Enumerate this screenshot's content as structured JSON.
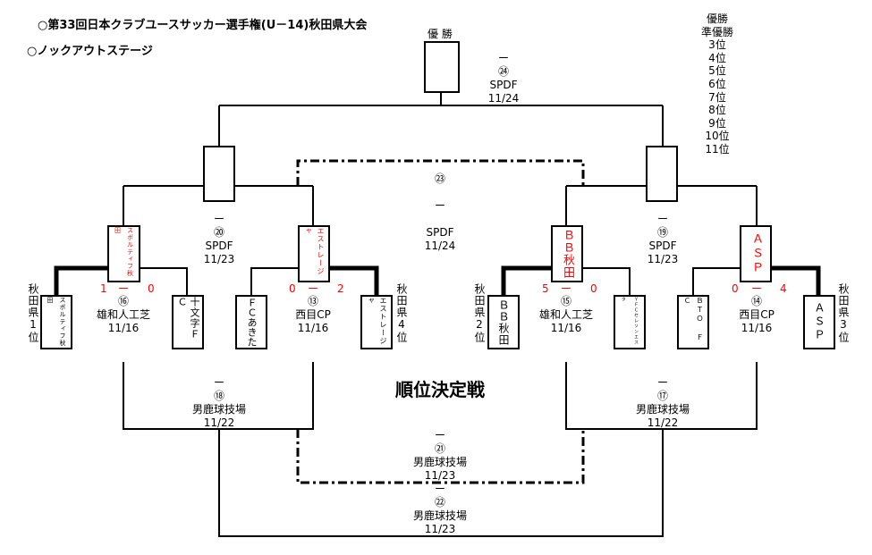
{
  "title": "○第33回日本クラブユースサッカー選手権(U－14)秋田県大会",
  "subtitle": "○ノックアウトステージ",
  "champion_label": "優 勝",
  "placement_label": "順位決定戦",
  "rankings": [
    "優勝",
    "準優勝",
    "3位",
    "4位",
    "5位",
    "6位",
    "7位",
    "8位",
    "9位",
    "10位",
    "11位"
  ],
  "seeds": {
    "s1": "秋田県1位",
    "s4": "秋田県4位",
    "s2": "秋田県2位",
    "s3": "秋田県3位"
  },
  "teams": {
    "t1": "スポルティフ秋田",
    "t2": "十文字ＦＣ",
    "t3": "ＦＣあきた",
    "t4": "エストレージャ",
    "t5": "ＢＢ秋田",
    "t6": "ＹＦＣセレソンエスタ",
    "t7": "ＢＴＯ ＦＣ",
    "t8": "ＡＳＰ",
    "w16": "スポルティフ秋田",
    "w13": "エストレージャ",
    "w15": "ＢＢ秋田",
    "w14": "ＡＳＰ"
  },
  "matches": {
    "m24": {
      "dash": "ー",
      "no": "㉔",
      "venue": "SPDF",
      "date": "11/24"
    },
    "m23": {
      "dash": "ー",
      "no": "㉓",
      "venue": "SPDF",
      "date": "11/24"
    },
    "m20": {
      "dash": "ー",
      "no": "⑳",
      "venue": "SPDF",
      "date": "11/23"
    },
    "m19": {
      "dash": "ー",
      "no": "⑲",
      "venue": "SPDF",
      "date": "11/23"
    },
    "m16": {
      "score_l": "1",
      "dash": "ー",
      "score_r": "0",
      "no": "⑯",
      "venue": "雄和人工芝",
      "date": "11/16"
    },
    "m13": {
      "score_l": "0",
      "dash": "ー",
      "score_r": "2",
      "no": "⑬",
      "venue": "西目CP",
      "date": "11/16"
    },
    "m15": {
      "score_l": "5",
      "dash": "ー",
      "score_r": "0",
      "no": "⑮",
      "venue": "雄和人工芝",
      "date": "11/16"
    },
    "m14": {
      "score_l": "0",
      "dash": "ー",
      "score_r": "4",
      "no": "⑭",
      "venue": "西目CP",
      "date": "11/16"
    },
    "m18": {
      "dash": "ー",
      "no": "⑱",
      "venue": "男鹿球技場",
      "date": "11/22"
    },
    "m17": {
      "dash": "ー",
      "no": "⑰",
      "venue": "男鹿球技場",
      "date": "11/22"
    },
    "m21": {
      "dash": "ー",
      "no": "㉑",
      "venue": "男鹿球技場",
      "date": "11/23"
    },
    "m22": {
      "dash": "ー",
      "no": "㉒",
      "venue": "男鹿球技場",
      "date": "11/23"
    }
  },
  "colors": {
    "score": "#ff0000",
    "winner_text": "#ff0000",
    "line": "#000000"
  }
}
